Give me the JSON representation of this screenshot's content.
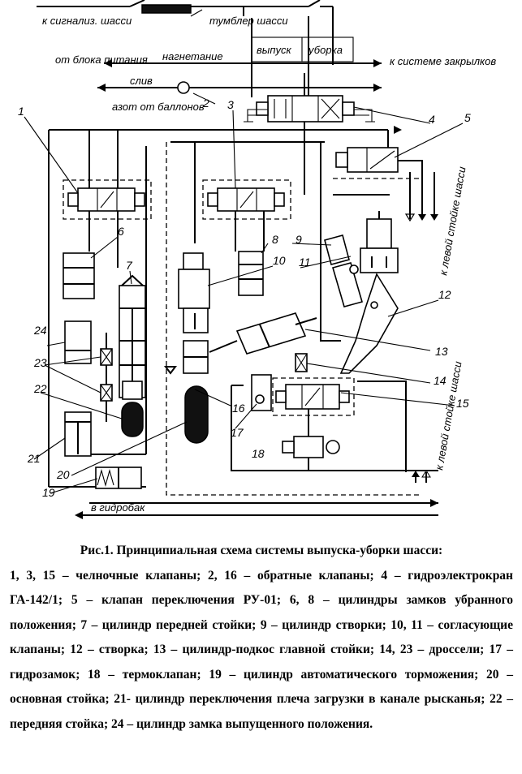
{
  "labels": {
    "signal": "к сигнализ. шасси",
    "toggle": "тумблер шасси",
    "extend": "выпуск",
    "retract": "уборка",
    "from_power": "от блока питания",
    "pressure": "нагнетание",
    "to_locks": "к системе закрылков",
    "drain": "слив",
    "nitrogen": "азот от баллонов",
    "left_strut_top": "к левой стойке шасси",
    "left_strut_bottom": "к левой стойке шасси",
    "to_tank": "в гидробак"
  },
  "numbers": [
    "1",
    "2",
    "3",
    "4",
    "5",
    "6",
    "7",
    "8",
    "9",
    "10",
    "11",
    "12",
    "13",
    "14",
    "15",
    "16",
    "17",
    "18",
    "19",
    "20",
    "21",
    "22",
    "23",
    "24"
  ],
  "caption": {
    "title": "Рис.1. Принципиальная схема системы выпуска-уборки шасси:",
    "body": "1, 3, 15 – челночные клапаны; 2, 16 – обратные клапаны; 4 – гидроэлектрокран ГА-142/1; 5 – клапан переключения РУ-01; 6, 8 – цилиндры замков убранного положения; 7 – цилиндр передней стойки; 9 – цилиндр створки; 10, 11 – согласующие клапаны; 12 – створка; 13 – цилиндр-подкос главной стойки; 14, 23 – дроссели; 17 – гидрозамок; 18 – термоклапан; 19 – цилиндр автоматического торможения; 20 – основная стойка; 21- цилиндр переключения плеча загрузки в канале рысканья; 22 – передняя стойка; 24 – цилиндр замка выпущенного положения."
  }
}
